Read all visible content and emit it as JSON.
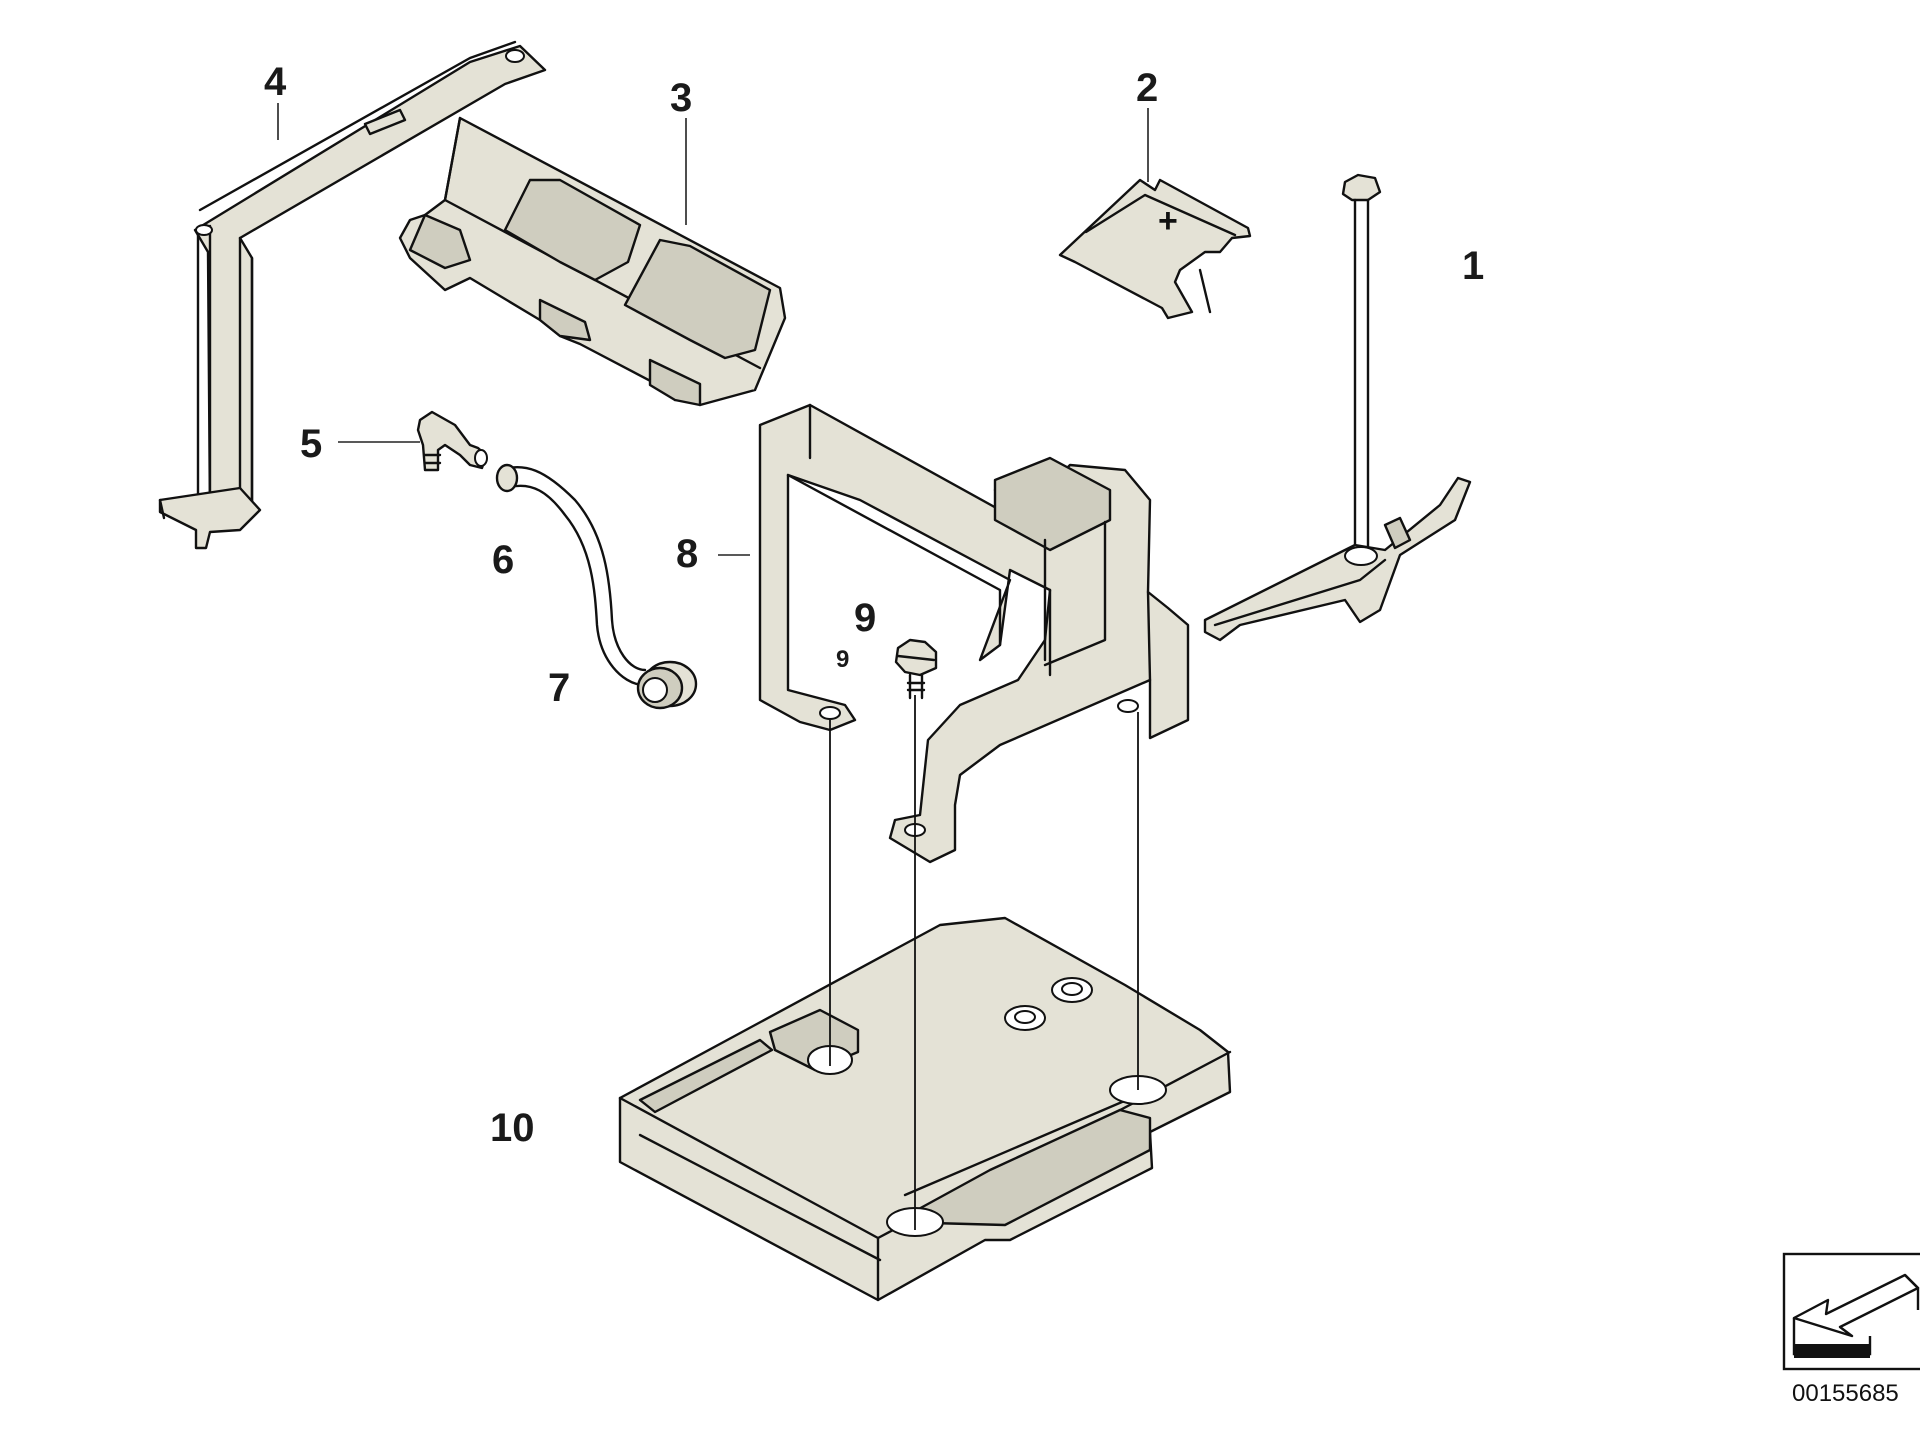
{
  "diagram": {
    "callouts": {
      "c1": "1",
      "c2": "2",
      "c3": "3",
      "c4": "4",
      "c5": "5",
      "c6": "6",
      "c7": "7",
      "c8": "8",
      "c9": "9",
      "c9_small": "9",
      "c10": "10"
    },
    "cover_sign": "+",
    "reference_number": "00155685"
  }
}
